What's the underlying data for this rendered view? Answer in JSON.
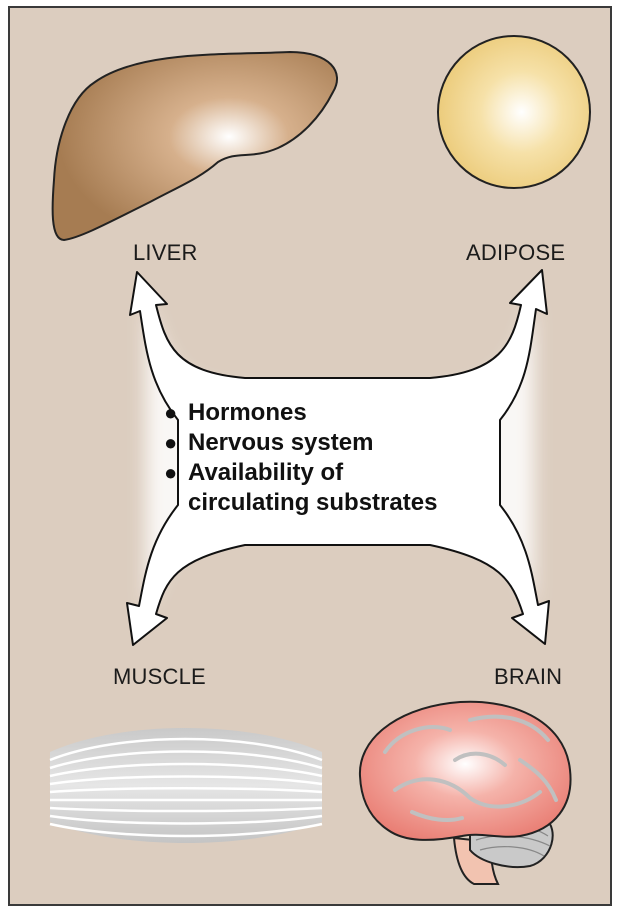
{
  "labels": {
    "liver": "LIVER",
    "adipose": "ADIPOSE",
    "muscle": "MUSCLE",
    "brain": "BRAIN"
  },
  "factors": [
    "Hormones",
    "Nervous system",
    "Availability of",
    "circulating substrates"
  ],
  "bullet_glyph": "●",
  "colors": {
    "background": "#dccdbf",
    "liver": "#a67c52",
    "adipose": "#f0cf7c",
    "brain": "#ee8f84",
    "arrows": "#ffffff"
  }
}
